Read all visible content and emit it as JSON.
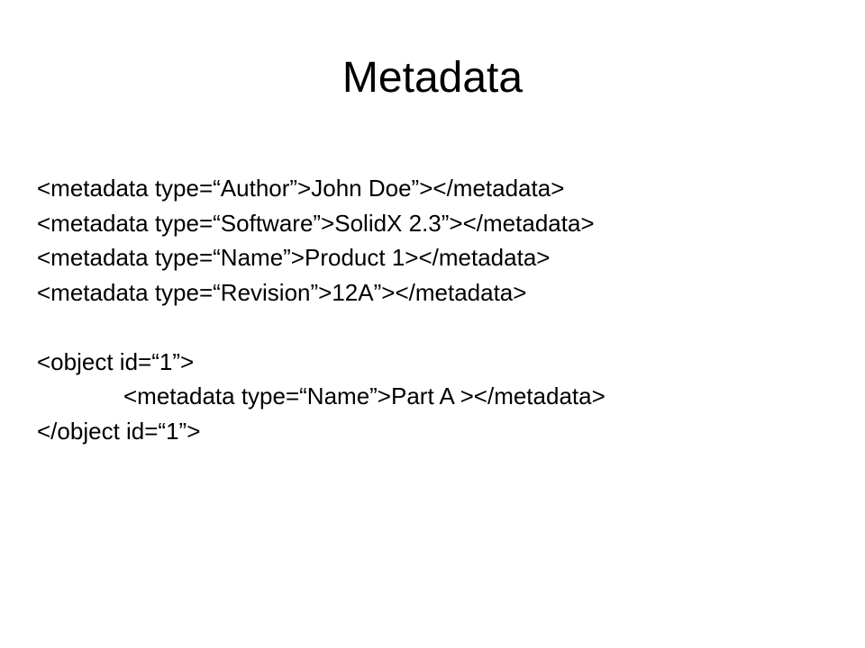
{
  "slide": {
    "title": "Metadata",
    "lines": [
      "<metadata type=“Author”>John Doe”></metadata>",
      "<metadata type=“Software”>SolidX 2.3”></metadata>",
      "<metadata type=“Name”>Product 1></metadata>",
      "<metadata type=“Revision”>12A”></metadata>",
      "",
      "<object id=“1”>",
      "<metadata type=“Name”>Part A ></metadata>",
      "</object id=“1”>"
    ]
  }
}
